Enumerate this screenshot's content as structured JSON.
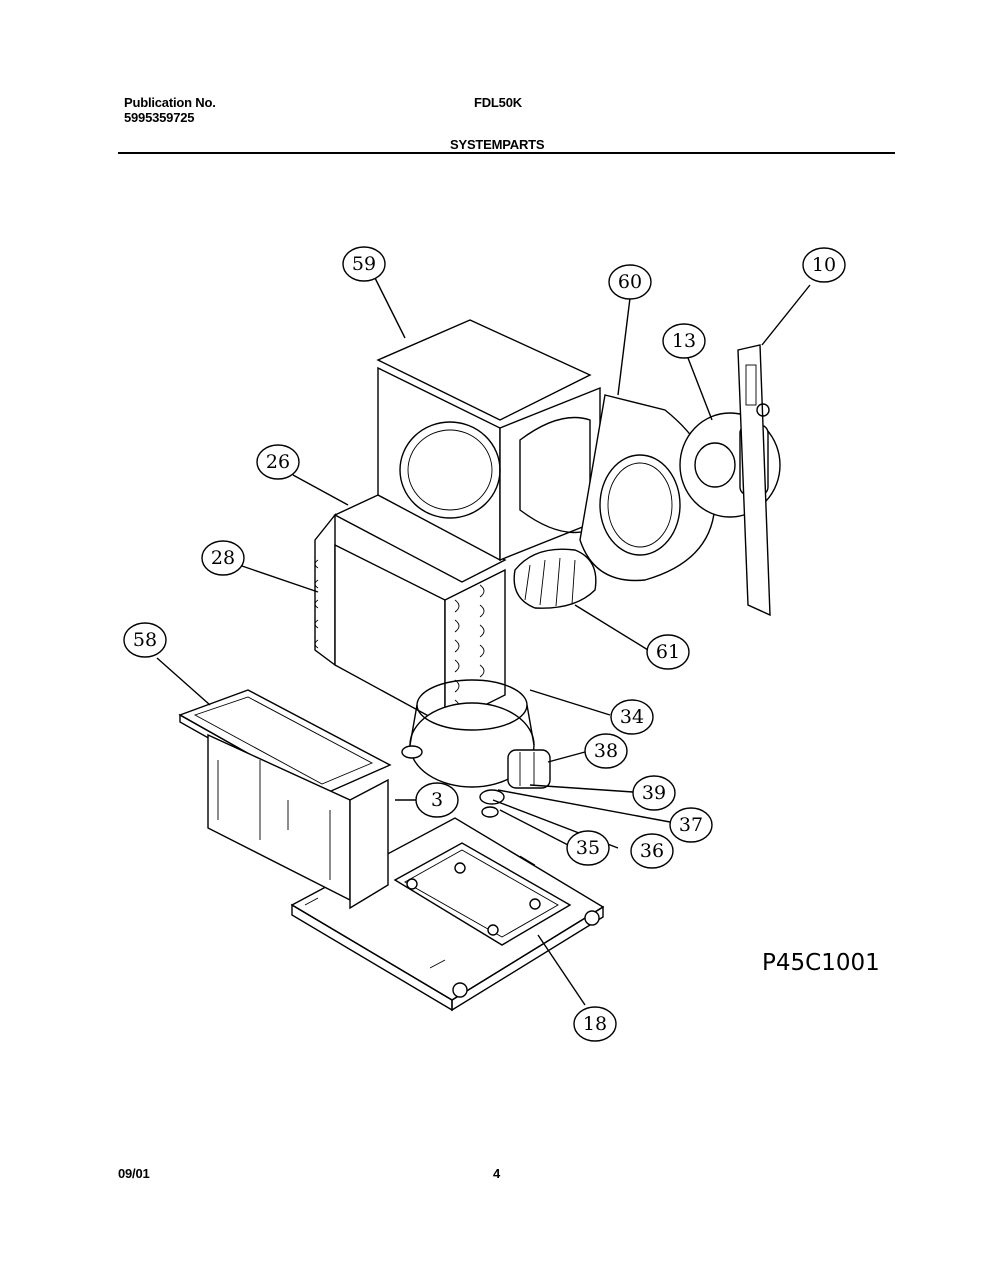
{
  "header": {
    "publication_label": "Publication No.",
    "publication_number": "5995359725",
    "model": "FDL50K",
    "section_title": "SYSTEMPARTS"
  },
  "figure": {
    "code": "P45C1001",
    "callouts": [
      "59",
      "60",
      "10",
      "13",
      "26",
      "28",
      "58",
      "61",
      "34",
      "38",
      "3",
      "39",
      "37",
      "35",
      "36",
      "18"
    ]
  },
  "footer": {
    "date": "09/01",
    "page": "4"
  }
}
